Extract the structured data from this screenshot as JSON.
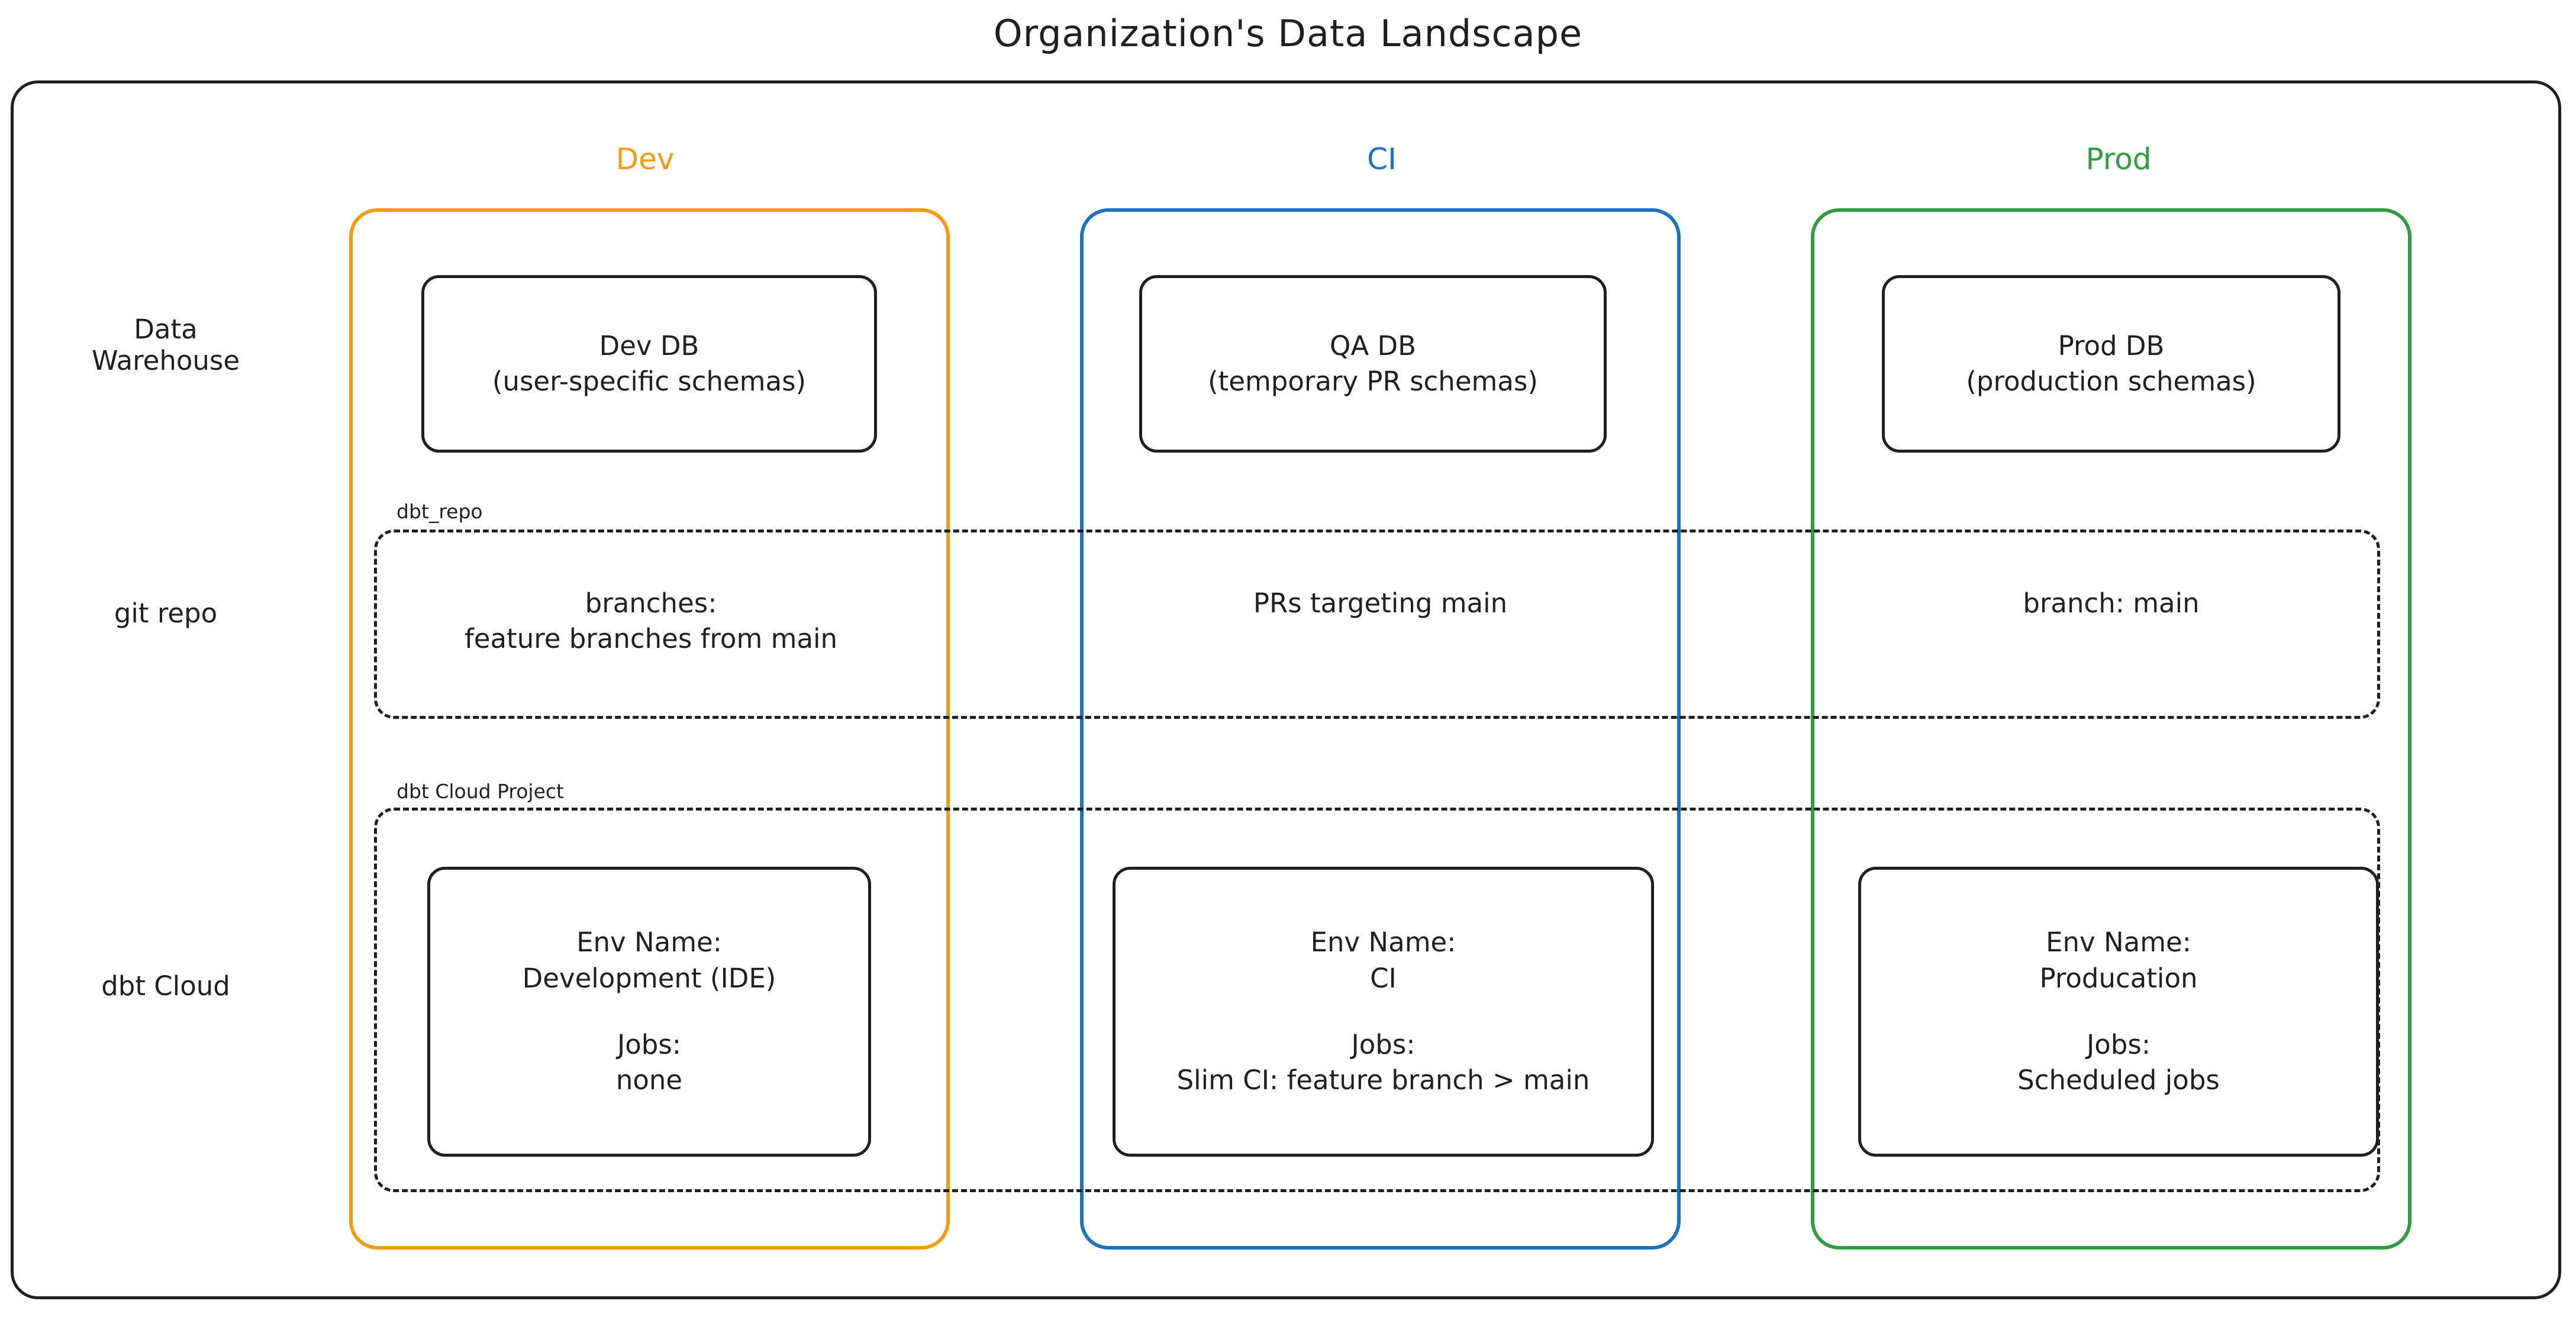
{
  "title": "Organization's Data Landscape",
  "row_labels": {
    "warehouse_line1": "Data",
    "warehouse_line2": "Warehouse",
    "git": "git repo",
    "dbt_cloud": "dbt Cloud"
  },
  "columns": [
    {
      "key": "dev",
      "header": "Dev",
      "color": "#F59A0C"
    },
    {
      "key": "ci",
      "header": "CI",
      "color": "#1B72C4"
    },
    {
      "key": "prod",
      "header": "Prod",
      "color": "#2E9E41"
    }
  ],
  "groups": {
    "git_repo_label": "dbt_repo",
    "dbt_project_label": "dbt Cloud Project"
  },
  "warehouse": {
    "dev": {
      "name": "Dev DB",
      "detail": "(user-specific schemas)"
    },
    "ci": {
      "name": "QA DB",
      "detail": "(temporary PR schemas)"
    },
    "prod": {
      "name": "Prod DB",
      "detail": "(production schemas)"
    }
  },
  "git_repo": {
    "dev": {
      "line1": "branches:",
      "line2": "feature branches from main"
    },
    "ci": {
      "line1": "PRs targeting main",
      "line2": ""
    },
    "prod": {
      "line1": "branch: main",
      "line2": ""
    }
  },
  "dbt_cloud": {
    "dev": {
      "env_label": "Env Name:",
      "env_value": "Development (IDE)",
      "jobs_label": "Jobs:",
      "jobs_value": "none"
    },
    "ci": {
      "env_label": "Env Name:",
      "env_value": "CI",
      "jobs_label": "Jobs:",
      "jobs_value": "Slim CI: feature branch > main"
    },
    "prod": {
      "env_label": "Env Name:",
      "env_value": "Producation",
      "jobs_label": "Jobs:",
      "jobs_value": "Scheduled jobs"
    }
  },
  "colors": {
    "ink": "#1f1f1f",
    "dev": "#F59A0C",
    "ci": "#1B72C4",
    "prod": "#2E9E41",
    "background": "#ffffff"
  }
}
